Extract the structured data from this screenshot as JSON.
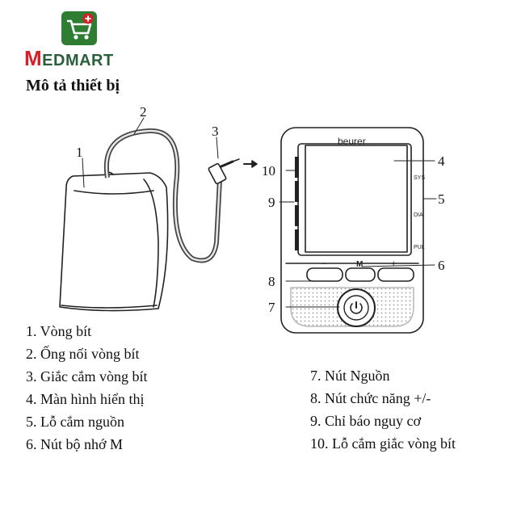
{
  "header": {
    "logo_icon": "shopping-cart-plus-icon",
    "brand_first": "M",
    "brand_rest": "EDMART",
    "brand_colors": {
      "red": "#d61f26",
      "green": "#2b5e3a"
    }
  },
  "title": "Mô tả thiết bị",
  "device": {
    "brand_label": "beurer",
    "memory_button_label": "M",
    "minus_label": "−",
    "plus_label": "+",
    "sys_label": "SYS",
    "dia_label": "DIA",
    "pul_label": "PUL"
  },
  "callouts": [
    "1",
    "2",
    "3",
    "4",
    "5",
    "6",
    "7",
    "8",
    "9",
    "10"
  ],
  "legend": {
    "left": [
      "1. Vòng bít",
      "2. Ống nối vòng bít",
      "3. Giắc cắm vòng bít",
      "4. Màn hình hiển thị",
      "5. Lỗ cắm nguồn",
      "6. Nút bộ nhớ M"
    ],
    "right": [
      "7. Nút Nguồn",
      "8. Nút chức năng +/-",
      "9. Chỉ báo nguy cơ",
      "10. Lỗ cắm giắc vòng bít"
    ]
  }
}
